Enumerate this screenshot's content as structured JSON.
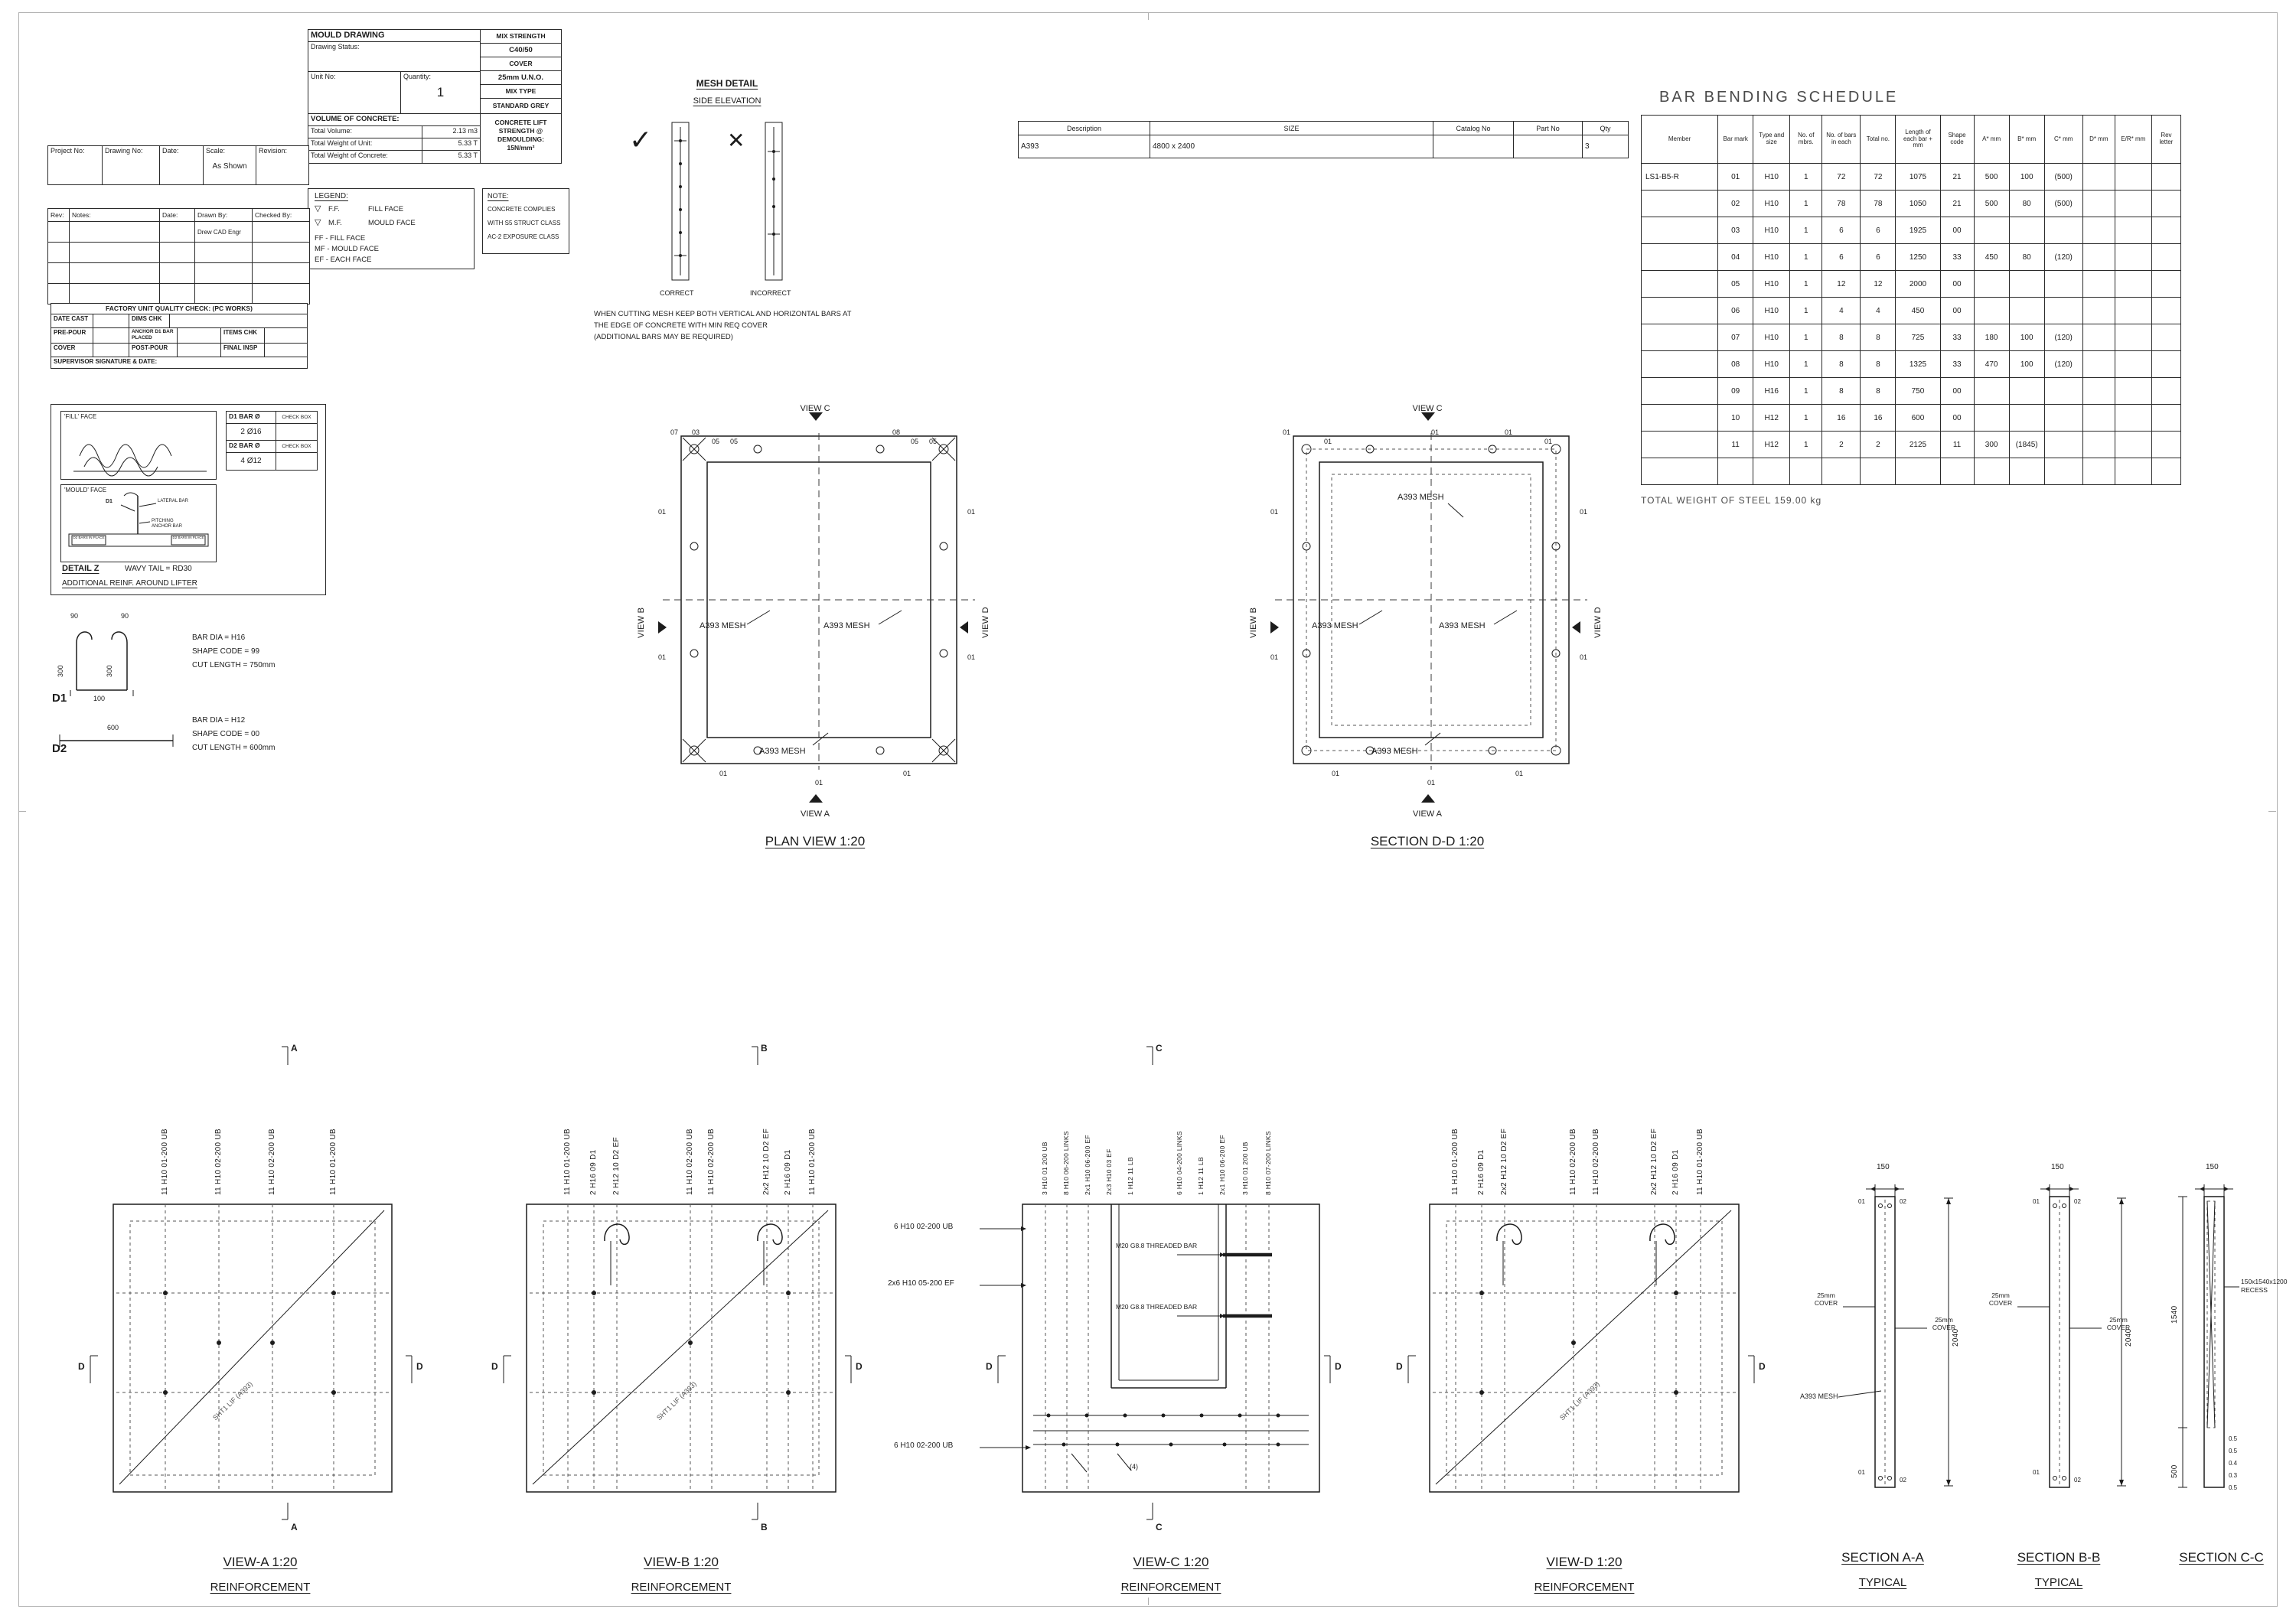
{
  "titleblock": {
    "mould": {
      "title": "MOULD DRAWING",
      "drawing_status": "Drawing Status:",
      "unit_no": "Unit No:",
      "quantity": "Quantity:",
      "quantity_value": "1"
    },
    "mix": {
      "labels": [
        "MIX STRENGTH",
        "COVER",
        "MIX TYPE"
      ],
      "values": [
        "C40/50",
        "25mm U.N.O.",
        "STANDARD GREY"
      ],
      "lift": "CONCRETE LIFT STRENGTH @ DEMOULDING: 15N/mm²"
    },
    "volume": {
      "title": "VOLUME OF CONCRETE:",
      "rows": [
        [
          "Total Volume:",
          "2.13 m3"
        ],
        [
          "Total Weight of Unit:",
          "5.33 T"
        ],
        [
          "Total Weight of Concrete:",
          "5.33 T"
        ]
      ]
    },
    "legend": {
      "title": "LEGEND:",
      "tri": "▽",
      "ff_sym": "F.F.",
      "ff": "FILL FACE",
      "mf_sym": "M.F.",
      "mf": "MOULD FACE",
      "lines": [
        "FF - FILL FACE",
        "MF - MOULD FACE",
        "EF - EACH FACE"
      ]
    },
    "note": {
      "title": "NOTE:",
      "lines": [
        "CONCRETE COMPLIES",
        "WITH S5 STRUCT CLASS",
        "AC-2 EXPOSURE CLASS"
      ]
    },
    "project": {
      "labels": [
        "Project No:",
        "Drawing No:",
        "Date:",
        "Scale:",
        "Revision:"
      ],
      "scale_value": "As Shown"
    },
    "rev": {
      "headers": [
        "Rev:",
        "Notes:",
        "Date:",
        "Drawn By:",
        "Checked By:"
      ],
      "rows": [
        [
          "",
          "",
          "",
          "Drew CAD Engr",
          ""
        ],
        [
          "",
          "",
          "",
          "",
          ""
        ],
        [
          "",
          "",
          "",
          "",
          ""
        ],
        [
          "",
          "",
          "",
          "",
          ""
        ]
      ]
    },
    "quality": {
      "title": "FACTORY UNIT QUALITY CHECK: (PC WORKS)",
      "date_cast": "DATE CAST",
      "dims_chk": "DIMS CHK",
      "pre_pour": "PRE-POUR",
      "anchor": "ANCHOR D1 BAR PLACED",
      "items_chk": "ITEMS CHK",
      "cover": "COVER",
      "post_pour": "POST-POUR",
      "final_insp": "FINAL INSP",
      "supervisor": "SUPERVISOR SIGNATURE & DATE:"
    }
  },
  "detailz": {
    "fill_face": "'FILL' FACE",
    "mould_face": "'MOULD' FACE",
    "d2_in_place": "D2 BARS IN PLACE",
    "lateral": "LATERAL BAR",
    "pitching": "PITCHING ANCHOR BAR",
    "d1_ptr": "D1",
    "bar_table": {
      "d1_label": "D1 BAR Ø",
      "d1_value": "2 Ø16",
      "d2_label": "D2 BAR Ø",
      "d2_value": "4 Ø12",
      "check": "CHECK BOX"
    },
    "detail_label": "DETAIL Z",
    "wavy": "WAVY TAIL = RD30",
    "additional": "ADDITIONAL REINF. AROUND LIFTER",
    "d1": {
      "name": "D1",
      "dim_90a": "90",
      "dim_90b": "90",
      "dim_300a": "300",
      "dim_300b": "300",
      "dim_100": "100",
      "lines": [
        "BAR DIA = H16",
        "SHAPE CODE = 99",
        "CUT LENGTH = 750mm"
      ]
    },
    "d2": {
      "name": "D2",
      "dim": "600",
      "lines": [
        "BAR DIA = H12",
        "SHAPE CODE = 00",
        "CUT LENGTH = 600mm"
      ]
    }
  },
  "mesh": {
    "title": "MESH DETAIL",
    "subtitle": "SIDE ELEVATION",
    "check": "✓",
    "cross": "✕",
    "correct": "CORRECT",
    "incorrect": "INCORRECT",
    "note": [
      "WHEN CUTTING MESH KEEP BOTH VERTICAL AND HORIZONTAL BARS AT",
      "THE EDGE OF CONCRETE WITH MIN REQ COVER",
      "(ADDITIONAL BARS MAY BE REQUIRED)"
    ]
  },
  "parts": {
    "headers": [
      "Description",
      "SIZE",
      "Catalog  No",
      "Part  No",
      "Qty"
    ],
    "rows": [
      [
        "A393",
        "4800  x  2400",
        "",
        "",
        "3"
      ]
    ]
  },
  "bbs": {
    "title": "BAR BENDING SCHEDULE",
    "headers": [
      "Member",
      "Bar mark",
      "Type and size",
      "No. of mbrs.",
      "No. of bars in each",
      "Total no.",
      "Length of each bar + mm",
      "Shape code",
      "A* mm",
      "B* mm",
      "C* mm",
      "D* mm",
      "E/R* mm",
      "Rev letter"
    ],
    "rows": [
      [
        "LS1-B5-R",
        "01",
        "H10",
        "1",
        "72",
        "72",
        "1075",
        "21",
        "500",
        "100",
        "(500)",
        "",
        "",
        ""
      ],
      [
        "",
        "02",
        "H10",
        "1",
        "78",
        "78",
        "1050",
        "21",
        "500",
        "80",
        "(500)",
        "",
        "",
        ""
      ],
      [
        "",
        "03",
        "H10",
        "1",
        "6",
        "6",
        "1925",
        "00",
        "",
        "",
        "",
        "",
        "",
        ""
      ],
      [
        "",
        "04",
        "H10",
        "1",
        "6",
        "6",
        "1250",
        "33",
        "450",
        "80",
        "(120)",
        "",
        "",
        ""
      ],
      [
        "",
        "05",
        "H10",
        "1",
        "12",
        "12",
        "2000",
        "00",
        "",
        "",
        "",
        "",
        "",
        ""
      ],
      [
        "",
        "06",
        "H10",
        "1",
        "4",
        "4",
        "450",
        "00",
        "",
        "",
        "",
        "",
        "",
        ""
      ],
      [
        "",
        "07",
        "H10",
        "1",
        "8",
        "8",
        "725",
        "33",
        "180",
        "100",
        "(120)",
        "",
        "",
        ""
      ],
      [
        "",
        "08",
        "H10",
        "1",
        "8",
        "8",
        "1325",
        "33",
        "470",
        "100",
        "(120)",
        "",
        "",
        ""
      ],
      [
        "",
        "09",
        "H16",
        "1",
        "8",
        "8",
        "750",
        "00",
        "",
        "",
        "",
        "",
        "",
        ""
      ],
      [
        "",
        "10",
        "H12",
        "1",
        "16",
        "16",
        "600",
        "00",
        "",
        "",
        "",
        "",
        "",
        ""
      ],
      [
        "",
        "11",
        "H12",
        "1",
        "2",
        "2",
        "2125",
        "11",
        "300",
        "(1845)",
        "",
        "",
        "",
        ""
      ],
      [
        "",
        "",
        "",
        "",
        "",
        "",
        "",
        "",
        "",
        "",
        "",
        "",
        "",
        ""
      ]
    ],
    "total": "TOTAL  WEIGHT  OF  STEEL   159.00   kg"
  },
  "plan": {
    "title": "PLAN VIEW 1:20",
    "view_c": "VIEW  C",
    "view_a": "VIEW  A",
    "view_b": "VIEW  B",
    "view_d": "VIEW  D",
    "mesh1": "A393 MESH",
    "mesh2": "A393 MESH",
    "mesh3": "A393 MESH",
    "ticks": [
      "07",
      "03",
      "05",
      "05",
      "08",
      "05",
      "05",
      "01",
      "01",
      "01",
      "01",
      "01",
      "01",
      "01"
    ]
  },
  "sdd": {
    "title": "SECTION D-D 1:20",
    "view_c": "VIEW  C",
    "view_a": "VIEW  A",
    "view_b": "VIEW  B",
    "view_d": "VIEW  D",
    "mesh1": "A393 MESH",
    "mesh2": "A393 MESH",
    "mesh3": "A393 MESH",
    "mesh4": "A393 MESH",
    "ticks": [
      "01",
      "01",
      "01",
      "01",
      "01",
      "01",
      "01",
      "01",
      "01",
      "01",
      "01",
      "01"
    ]
  },
  "views": {
    "a": {
      "title": "VIEW-A 1:20",
      "subtitle": "REINFORCEMENT",
      "diag": "SHT1 LIF (A393)",
      "top": "A",
      "bottom": "A",
      "left": "D",
      "right": "D",
      "labels": [
        "11 H10 01-200 UB",
        "11 H10 02-200 UB",
        "11 H10 02-200 UB",
        "11 H10 01-200 UB"
      ]
    },
    "b": {
      "title": "VIEW-B 1:20",
      "subtitle": "REINFORCEMENT",
      "diag": "SHT1 LIF (A393)",
      "top": "B",
      "bottom": "B",
      "left": "D",
      "right": "D",
      "labels": [
        "11 H10 01-200 UB",
        "2 H16 09 D1",
        "2 H12 10 D2 EF",
        "11 H10 02-200 UB",
        "11 H10 02-200 UB",
        "2x2 H12 10 D2 EF",
        "2 H16 09 D1",
        "11 H10 01-200 UB"
      ]
    },
    "c": {
      "title": "VIEW-C 1:20",
      "subtitle": "REINFORCEMENT",
      "top": "C",
      "bottom": "C",
      "left": "D",
      "right": "D",
      "labels": [
        "3 H10 01 200 UB",
        "8 H10 06-200 LINKS",
        "2x1 H10 06-200 EF",
        "2x3 H10 03 EF",
        "1 H12 11 LB",
        "6 H10 04-200 LINKS",
        "1 H12 11 LB",
        "2x1 H10 06-200 EF",
        "3 H10 01 200 UB",
        "8 H10 07-200 LINKS"
      ],
      "side": [
        "6 H10 02-200 UB",
        "2x6 H10 05-200 EF",
        "6 H10 02-200 UB"
      ],
      "threaded": "M20 G8.8  THREADED  BAR",
      "threaded2": "M20 G8.8  THREADED  BAR",
      "qty": "(4)"
    },
    "d": {
      "title": "VIEW-D 1:20",
      "subtitle": "REINFORCEMENT",
      "diag": "SHT1 LIF (A393)",
      "left": "D",
      "right": "D",
      "labels": [
        "11 H10 01-200 UB",
        "2 H16 09 D1",
        "2x2 H12 10 D2 EF",
        "11 H10 02-200 UB",
        "11 H10 02-200 UB",
        "2x2 H12 10 D2 EF",
        "2 H16 09 D1",
        "11 H10 01-200 UB"
      ]
    }
  },
  "sections": {
    "aa": {
      "title": "SECTION A-A",
      "subtitle": "TYPICAL",
      "dim_top": "150",
      "cover_l": "25mm COVER",
      "cover_r": "25mm COVER",
      "dim_right": "2040",
      "mesh": "A393 MESH",
      "t1": "01",
      "t2": "02",
      "t3": "01",
      "t4": "02"
    },
    "bb": {
      "title": "SECTION B-B",
      "subtitle": "TYPICAL",
      "dim_top": "150",
      "cover_l": "25mm COVER",
      "cover_r": "25mm COVER",
      "dim_right": "2040",
      "t1": "01",
      "t2": "02",
      "t3": "01",
      "t4": "02"
    },
    "cc": {
      "title": "SECTION C-C",
      "dim_top": "150",
      "recess": "150x1540x1200 RECESS",
      "dim_l1": "1540",
      "dim_l2": "500",
      "decimals": [
        "0.5",
        "0.5",
        "0.4",
        "0.3",
        "0.5"
      ]
    }
  }
}
